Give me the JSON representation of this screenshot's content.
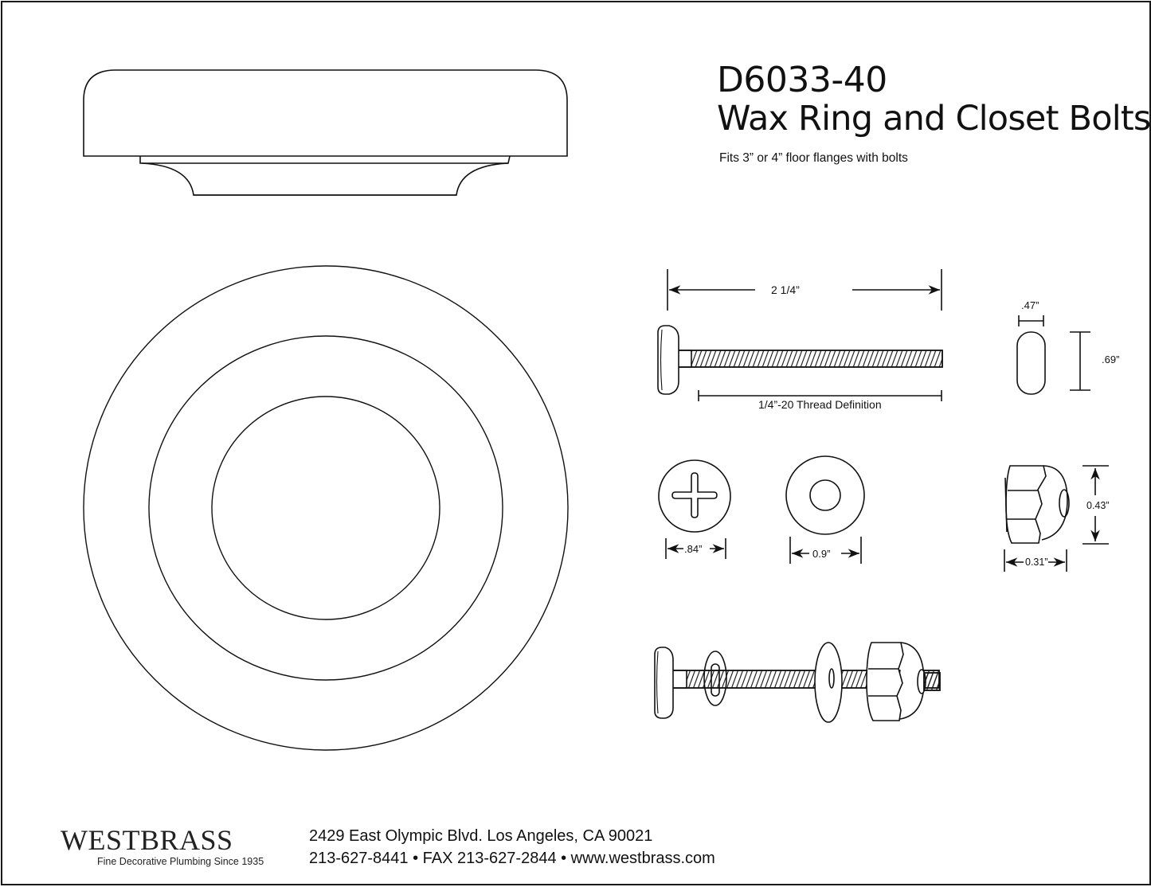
{
  "header": {
    "model_number": "D6033-40",
    "product_name": "Wax Ring and Closet Bolts",
    "fitment_note": "Fits 3” or 4” floor flanges with bolts"
  },
  "dimensions": {
    "bolt_length": "2 1/4”",
    "thread_definition": "1/4”-20 Thread Definition",
    "bolt_head_width": ".47”",
    "bolt_head_height": ".69”",
    "screw_head_diameter": ".84”",
    "washer_diameter": "0.9”",
    "cap_nut_height": "0.43”",
    "cap_nut_width": "0.31”"
  },
  "drawings": {
    "wax_ring_side_view": "wax-ring-profile",
    "wax_ring_top_view": "wax-ring-concentric-circles",
    "closet_bolt": "t-bolt-side-view",
    "bolt_head_end": "bolt-head-end-view",
    "phillips_head": "phillips-screw-head",
    "washer": "flat-washer",
    "cap_nut": "acorn-cap-nut",
    "assembly": "bolt-assembly"
  },
  "footer": {
    "brand": "WESTBRASS",
    "tagline": "Fine Decorative Plumbing Since 1935",
    "address": "2429 East Olympic Blvd. Los Angeles, CA  90021",
    "contact": "213-627-8441 • FAX 213-627-2844 • www.westbrass.com"
  },
  "colors": {
    "line": "#111111",
    "background": "#ffffff"
  }
}
